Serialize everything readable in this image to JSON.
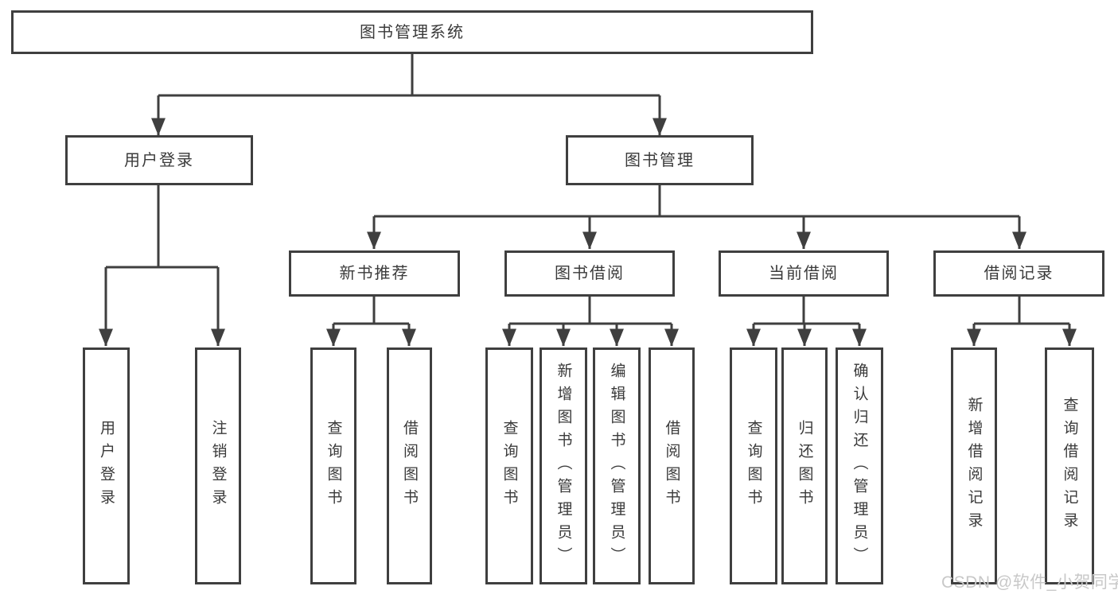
{
  "colors": {
    "line": "#3f3f3f",
    "box_border": "#3f3f3f",
    "box_fill": "#ffffff",
    "text": "#3a3a3a",
    "background": "#ffffff",
    "watermark": "#c8c8c8"
  },
  "diagram": {
    "type": "hierarchy-tree",
    "root": {
      "label": "图书管理系统"
    },
    "level2": [
      {
        "label": "用户登录"
      },
      {
        "label": "图书管理"
      }
    ],
    "level3": [
      {
        "label": "新书推荐"
      },
      {
        "label": "图书借阅"
      },
      {
        "label": "当前借阅"
      },
      {
        "label": "借阅记录"
      }
    ],
    "leaves": {
      "user_login": [
        {
          "label": "用户登录"
        },
        {
          "label": "注销登录"
        }
      ],
      "new_book": [
        {
          "label": "查询图书"
        },
        {
          "label": "借阅图书"
        }
      ],
      "book_borrow": [
        {
          "label": "查询图书"
        },
        {
          "label": "新增图书（管理员）"
        },
        {
          "label": "编辑图书（管理员）"
        },
        {
          "label": "借阅图书"
        }
      ],
      "current_borrow": [
        {
          "label": "查询图书"
        },
        {
          "label": "归还图书"
        },
        {
          "label": "确认归还（管理员）"
        }
      ],
      "borrow_record": [
        {
          "label": "新增借阅记录"
        },
        {
          "label": "查询借阅记录"
        }
      ]
    }
  },
  "watermark": {
    "text": "CSDN @软件_小贺同学"
  }
}
